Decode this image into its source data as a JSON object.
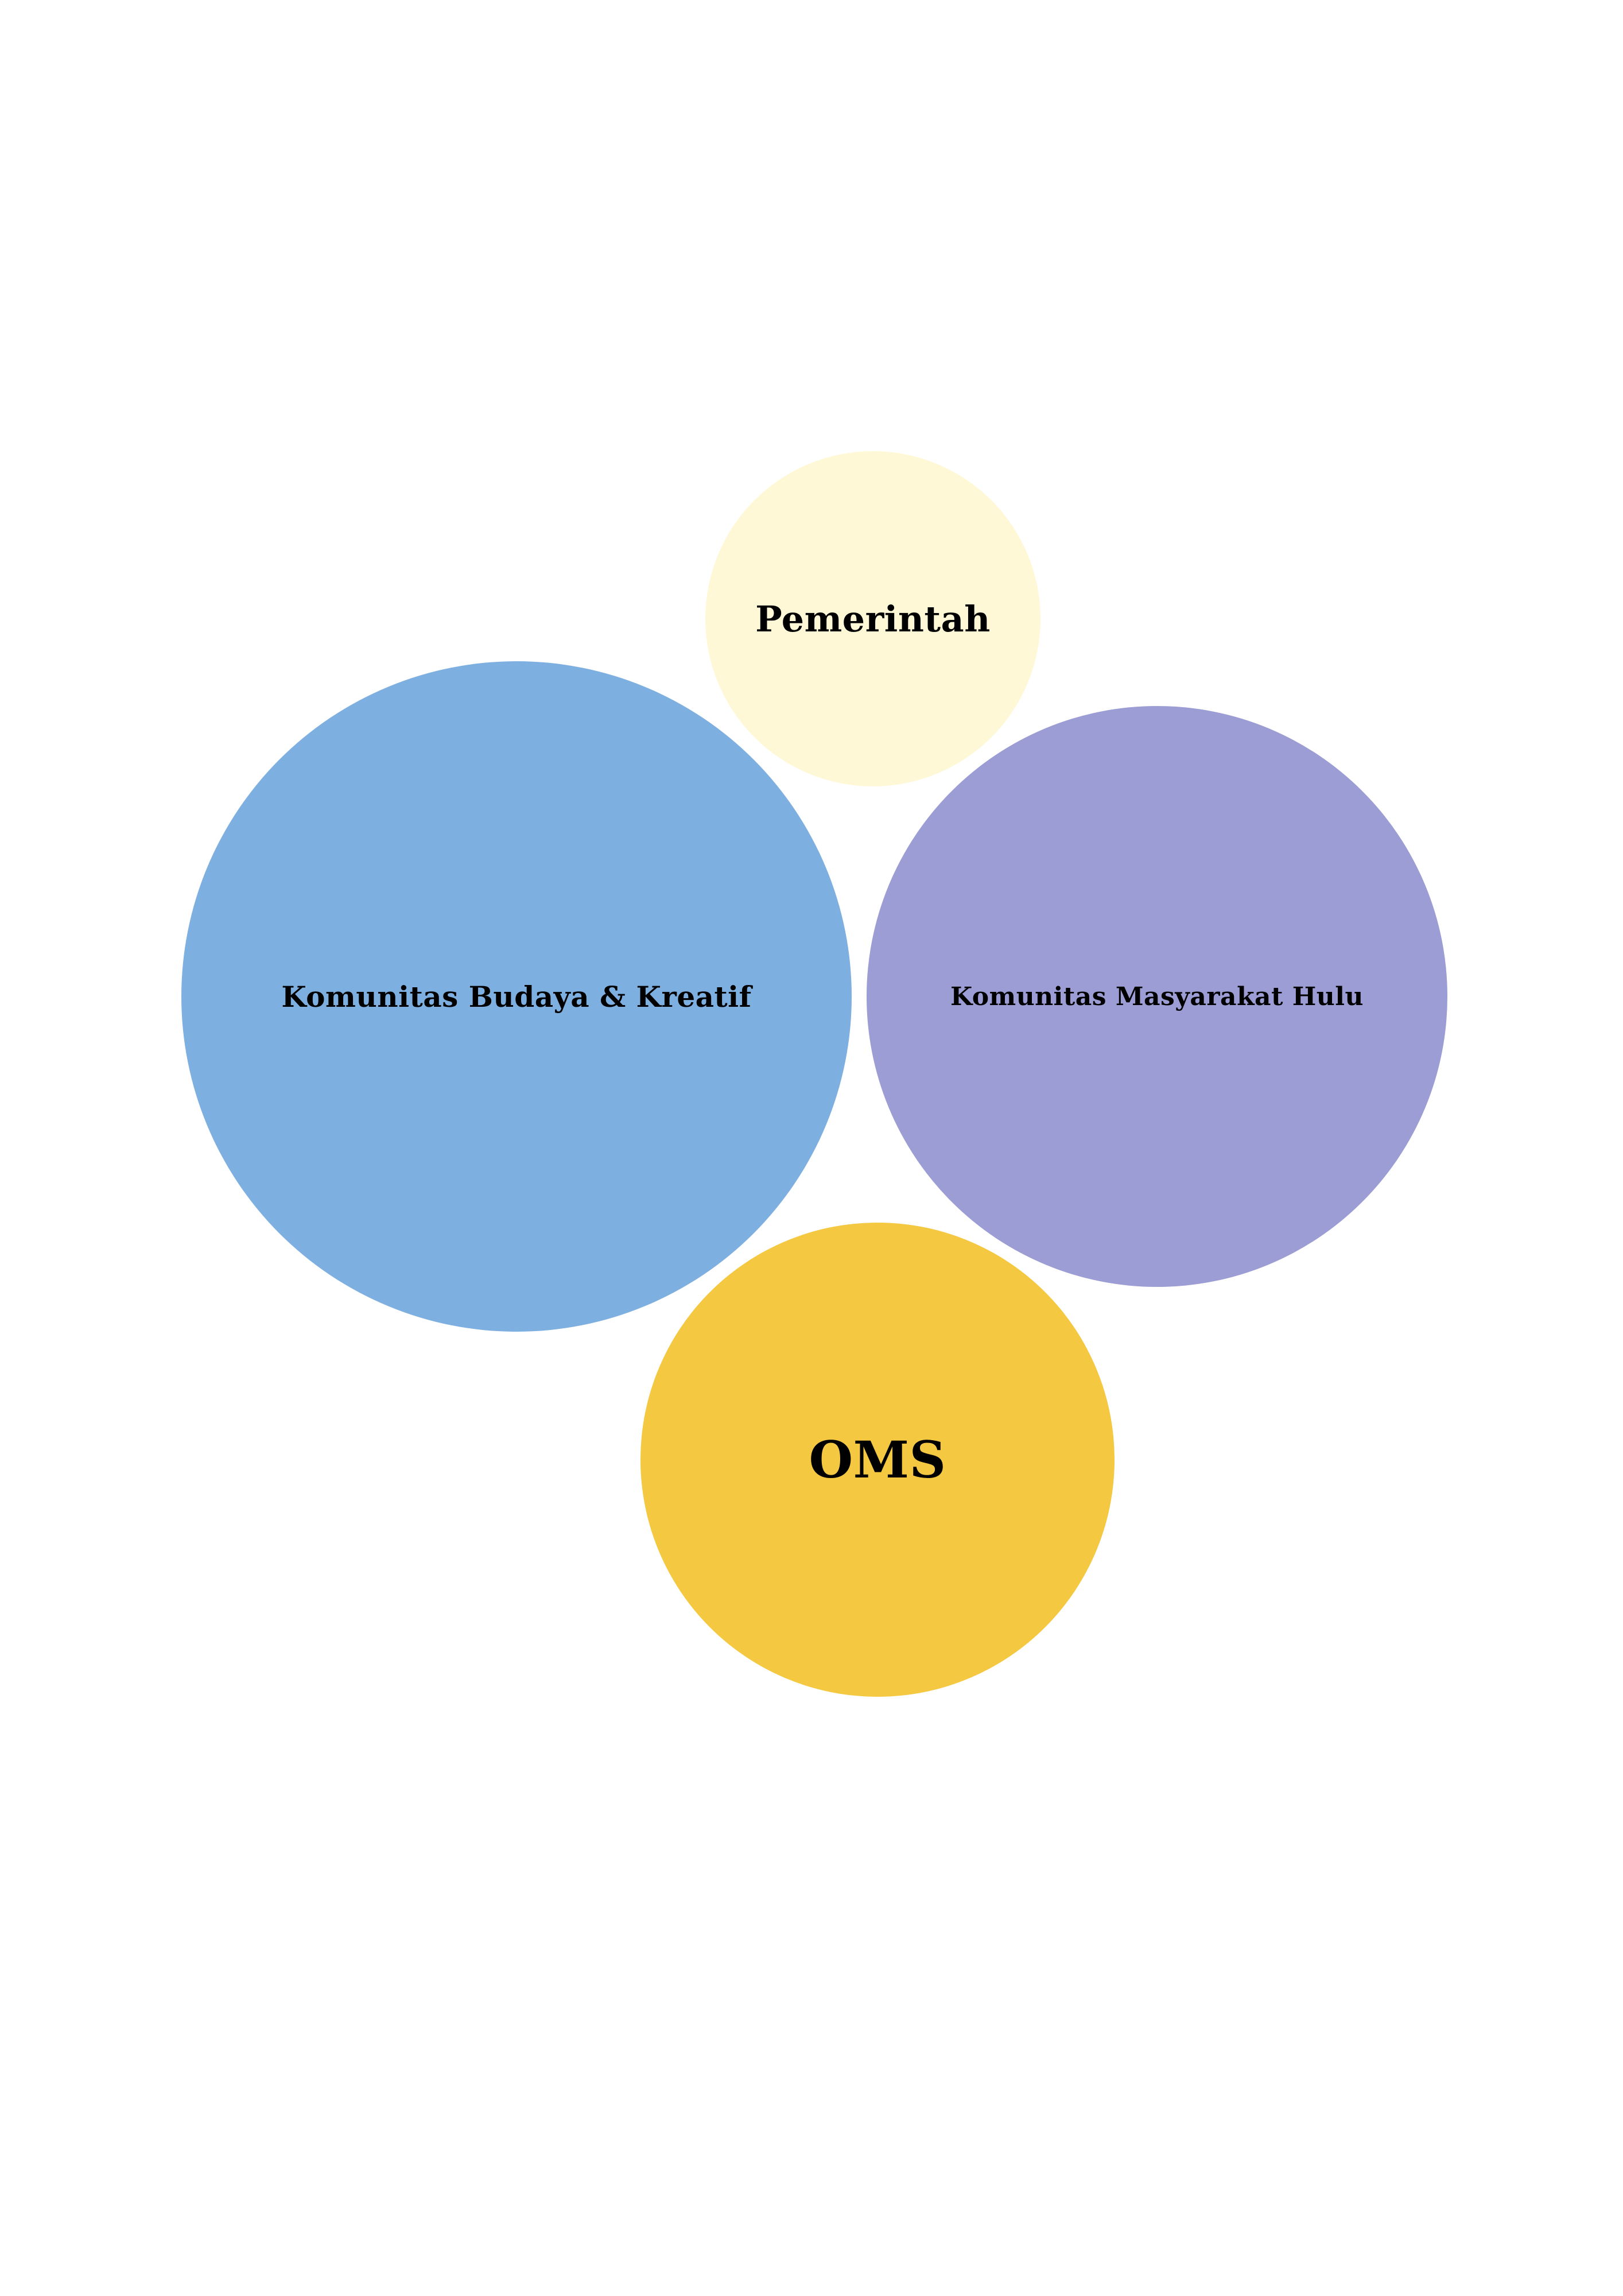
{
  "bubbles": [
    {
      "id": "pemerintah",
      "label": "Pemerintah",
      "color": "#FFF8D6"
    },
    {
      "id": "budaya",
      "label": "Komunitas Budaya & Kreatif",
      "color": "#7EAFE1"
    },
    {
      "id": "hulu",
      "label": "Komunitas Masyarakat Hulu",
      "color": "#9B9DD4"
    },
    {
      "id": "oms",
      "label": "OMS",
      "color": "#F5C842"
    }
  ]
}
